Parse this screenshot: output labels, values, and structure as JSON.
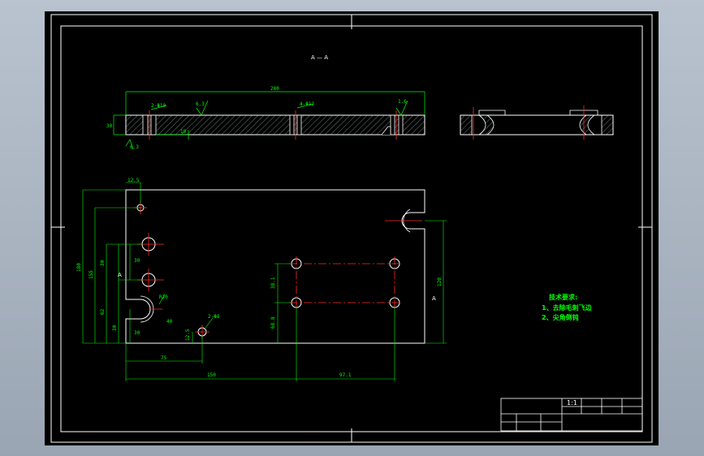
{
  "section_label": "A — A",
  "section_arrow": "A",
  "notes": {
    "title": "技术要求:",
    "item1": "1、去除毛刺飞边",
    "item2": "2、尖角倒钝"
  },
  "title_block": {
    "scale": "1:1"
  },
  "dims_section": {
    "overall": "280",
    "thickness": "30",
    "hole1": "2-Φ10",
    "hole2": "4-Φ12",
    "rough1": "6.3",
    "rough2": "1.6",
    "rough3": "6.3",
    "small": "10"
  },
  "dims_plan": {
    "top_offset": "12.5",
    "h_total": "180",
    "h_155": "155",
    "h_30a": "30",
    "h_30b": "30",
    "h_62": "62",
    "h_30c": "30",
    "h_30d": "30",
    "r_slot": "R20",
    "hole_small": "2-Φ8",
    "h_12_5": "12.5",
    "w_75": "75",
    "w_150": "150",
    "w_97_1": "97.1",
    "h_38_1": "38.1",
    "h_68_8": "68.8",
    "right_120": "120",
    "h_40": "40"
  }
}
